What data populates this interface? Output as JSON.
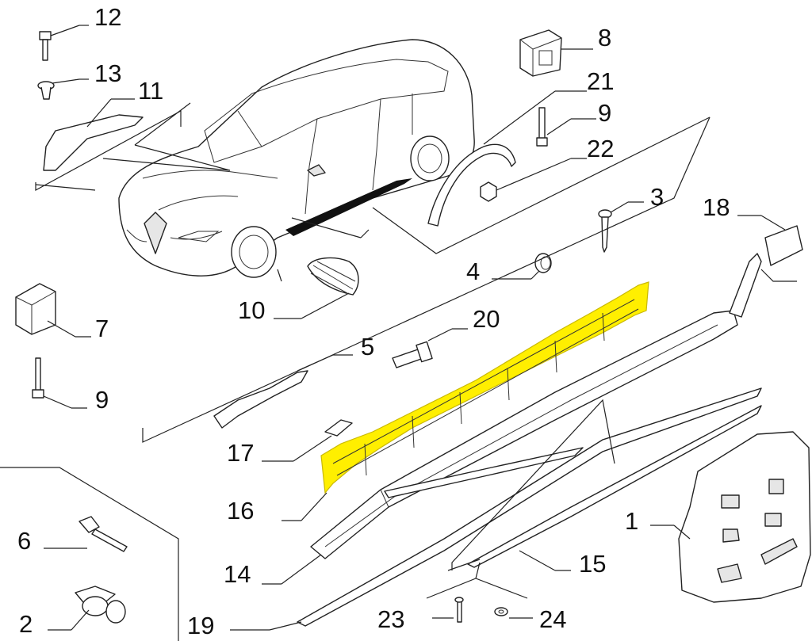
{
  "callouts": [
    {
      "id": "12",
      "label": "12"
    },
    {
      "id": "13",
      "label": "13"
    },
    {
      "id": "11",
      "label": "11"
    },
    {
      "id": "8",
      "label": "8"
    },
    {
      "id": "21",
      "label": "21"
    },
    {
      "id": "9a",
      "label": "9"
    },
    {
      "id": "22",
      "label": "22"
    },
    {
      "id": "3",
      "label": "3"
    },
    {
      "id": "18",
      "label": "18"
    },
    {
      "id": "4",
      "label": "4"
    },
    {
      "id": "10",
      "label": "10"
    },
    {
      "id": "7",
      "label": "7"
    },
    {
      "id": "20",
      "label": "20"
    },
    {
      "id": "5",
      "label": "5"
    },
    {
      "id": "9b",
      "label": "9"
    },
    {
      "id": "17",
      "label": "17"
    },
    {
      "id": "16",
      "label": "16"
    },
    {
      "id": "1",
      "label": "1"
    },
    {
      "id": "6",
      "label": "6"
    },
    {
      "id": "14",
      "label": "14"
    },
    {
      "id": "15",
      "label": "15"
    },
    {
      "id": "2",
      "label": "2"
    },
    {
      "id": "19",
      "label": "19"
    },
    {
      "id": "23",
      "label": "23"
    },
    {
      "id": "24",
      "label": "24"
    }
  ],
  "highlighted_part": "16",
  "colors": {
    "highlight": "#ffef00",
    "line": "#222222",
    "background": "#ffffff"
  }
}
